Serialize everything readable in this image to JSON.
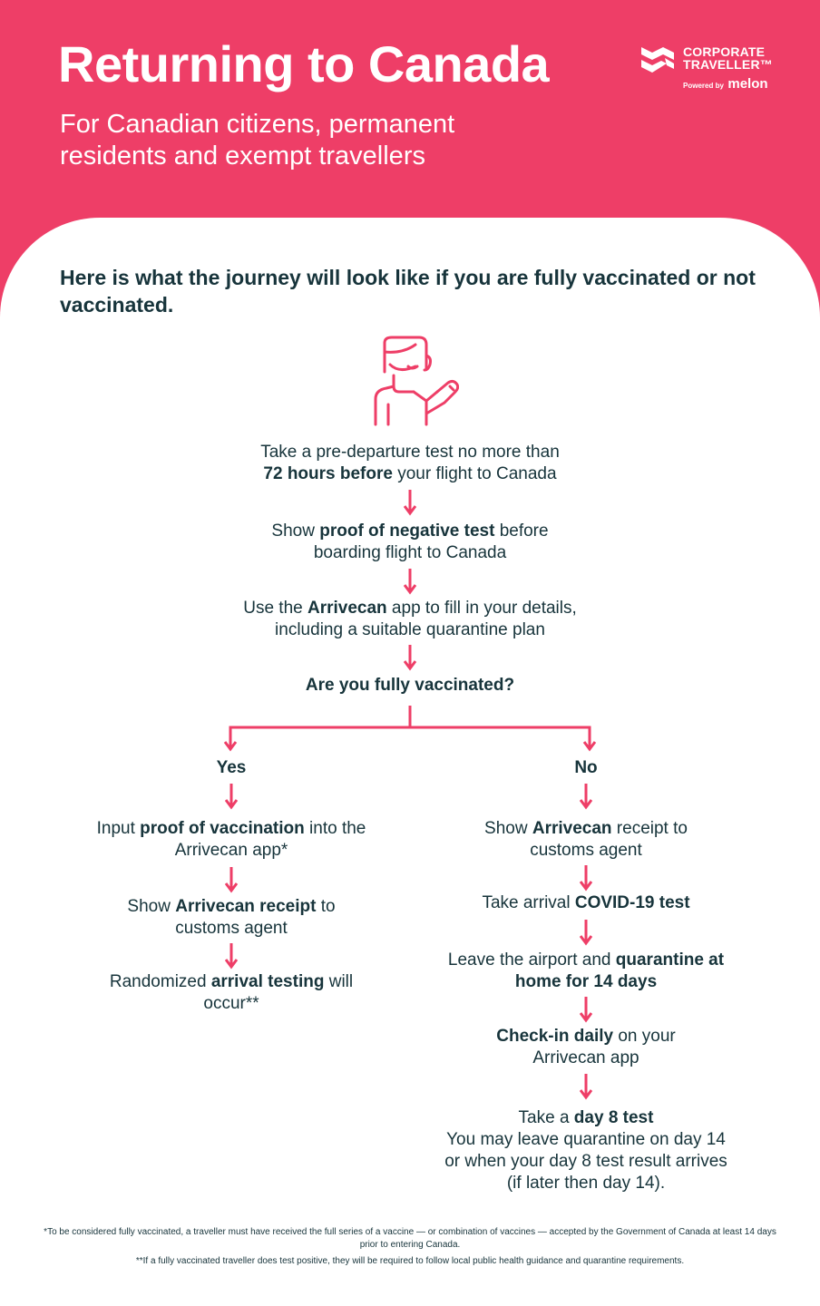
{
  "header": {
    "title": "Returning to Canada",
    "subtitle": "For Canadian citizens, permanent residents and exempt travellers",
    "logo": {
      "line1": "CORPORATE",
      "line2": "TRAVELLER™",
      "powered_by": "Powered by",
      "brand": "melon"
    }
  },
  "intro": "Here is what the journey will look like if you are fully vaccinated or not vaccinated.",
  "icons": {
    "person": "person-waving-icon",
    "arrow": "arrow-down-icon"
  },
  "colors": {
    "accent": "#ee3e67",
    "text": "#17343b"
  },
  "steps": {
    "s1": {
      "a": "Take a pre-departure test no more than",
      "b": "72 hours before",
      "c": " your flight to Canada"
    },
    "s2": {
      "a": "Show ",
      "b": "proof of negative test",
      "c": " before boarding flight to Canada"
    },
    "s3": {
      "a": "Use the ",
      "b": "Arrivecan",
      "c": " app to fill in your details, including a suitable quarantine plan"
    },
    "question": "Are you fully vaccinated?"
  },
  "yes_branch": {
    "label": "Yes",
    "s1": {
      "a": "Input ",
      "b": "proof of vaccination",
      "c": " into the Arrivecan app*"
    },
    "s2": {
      "a": "Show ",
      "b": "Arrivecan receipt",
      "c": " to customs agent"
    },
    "s3": {
      "a": "Randomized ",
      "b": "arrival testing",
      "c": " will occur**"
    }
  },
  "no_branch": {
    "label": "No",
    "s1": {
      "a": "Show ",
      "b": "Arrivecan",
      "c": " receipt to customs agent"
    },
    "s2": {
      "a": "Take arrival ",
      "b": "COVID-19 test"
    },
    "s3": {
      "a": "Leave the airport and ",
      "b": "quarantine at home for 14 days"
    },
    "s4": {
      "b": "Check-in daily",
      "c": " on your Arrivecan app"
    },
    "s5": {
      "a": "Take a ",
      "b": "day 8 test",
      "c": "You may leave quarantine on day 14 or when your day 8 test result arrives (if later then day 14)."
    }
  },
  "footnotes": {
    "f1": "*To be considered fully vaccinated, a traveller must have received the full series of a vaccine — or combination of vaccines — accepted by the Government of Canada at least 14 days prior to entering Canada.",
    "f2": "**If a fully vaccinated traveller does test positive, they will be required to follow local public health guidance and quarantine requirements."
  }
}
